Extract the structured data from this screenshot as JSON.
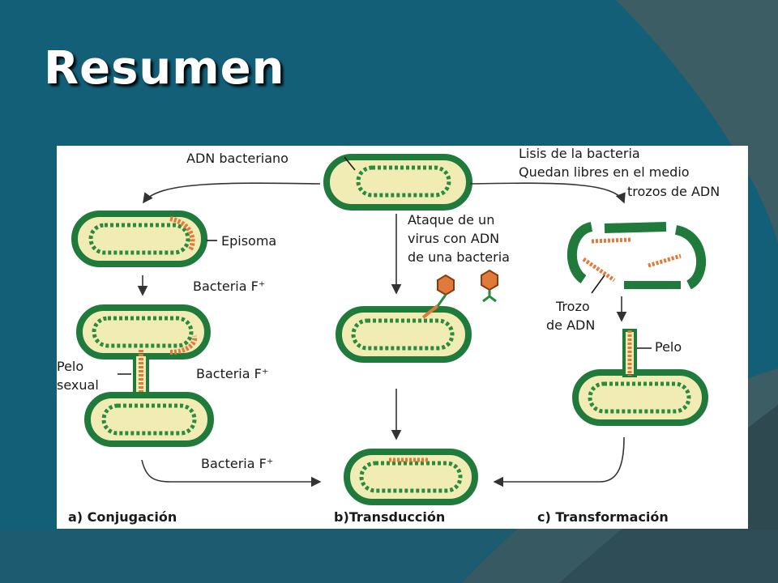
{
  "slide": {
    "title": "Resumen",
    "colors": {
      "background": "#135f78",
      "accent_band": "#3c5d63",
      "dark_corner": "#2f4950",
      "bacteria_fill": "#f0ecb4",
      "bacteria_wall": "#1f7a3c",
      "dna_green": "#2a8a3e",
      "episome_orange": "#e07a3a"
    }
  },
  "diagram": {
    "labels": {
      "adn_bacteriano": "ADN bacteriano",
      "lisis_line1": "Lisis de la bacteria",
      "lisis_line2": "Quedan libres en el medio",
      "lisis_line3": "trozos de ADN",
      "episoma": "Episoma",
      "bacteria_f_plus_1": "Bacteria F⁺",
      "bacteria_f_plus_2": "Bacteria F⁺",
      "bacteria_f_plus_3": "Bacteria F⁺",
      "pelo_sexual_line1": "Pelo",
      "pelo_sexual_line2": "sexual",
      "ataque_line1": "Ataque de un",
      "ataque_line2": "virus con ADN",
      "ataque_line3": "de una bacteria",
      "trozo_line1": "Trozo",
      "trozo_line2": "de ADN",
      "pelo": "Pelo"
    },
    "captions": {
      "conjugacion": "a) Conjugación",
      "transduccion": "b)Transducción",
      "transformacion": "c) Transformación"
    },
    "icons": [
      "bacterium-icon",
      "virus-icon",
      "dna-fragment-icon",
      "arrow-icon"
    ]
  }
}
